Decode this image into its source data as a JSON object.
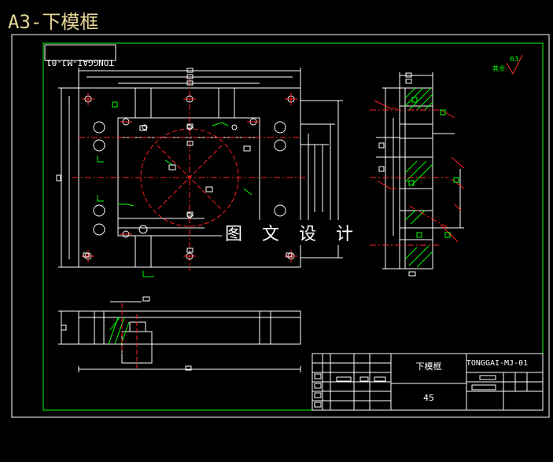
{
  "title": "A3-下模框",
  "drawing_code_mirrored": "TONGGAI-MJ-01",
  "watermark": "图 文 设 计",
  "roughness_value": "63",
  "roughness_label": "其余",
  "title_block": {
    "part_name": "下模框",
    "drawing_code": "TONGGAI-MJ-01",
    "material_no": "45"
  },
  "colors": {
    "background": "#000000",
    "frame": "#00ff00",
    "lines": "#ffffff",
    "centerlines": "#ff2020",
    "hatch": "#00ff00",
    "title": "#e8d89a",
    "dims": "#ffffff"
  }
}
